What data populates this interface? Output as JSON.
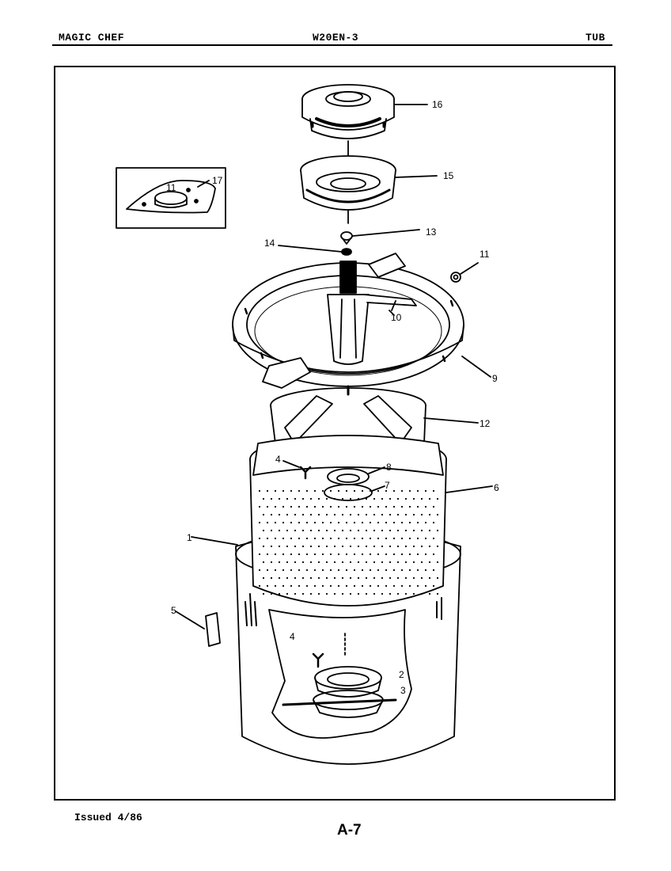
{
  "header": {
    "brand": "MAGIC CHEF",
    "model": "W20EN-3",
    "section": "TUB"
  },
  "footer": {
    "issued": "Issued 4/86",
    "page": "A-7"
  },
  "callouts": {
    "c1": "1",
    "c2": "2",
    "c3": "3",
    "c4a": "4",
    "c4b": "4",
    "c5": "5",
    "c6": "6",
    "c7": "7",
    "c8": "8",
    "c9": "9",
    "c10": "10",
    "c11": "11",
    "c12": "12",
    "c13": "13",
    "c14": "14",
    "c15": "15",
    "c16": "16",
    "c17": "17",
    "inset11": "11"
  }
}
